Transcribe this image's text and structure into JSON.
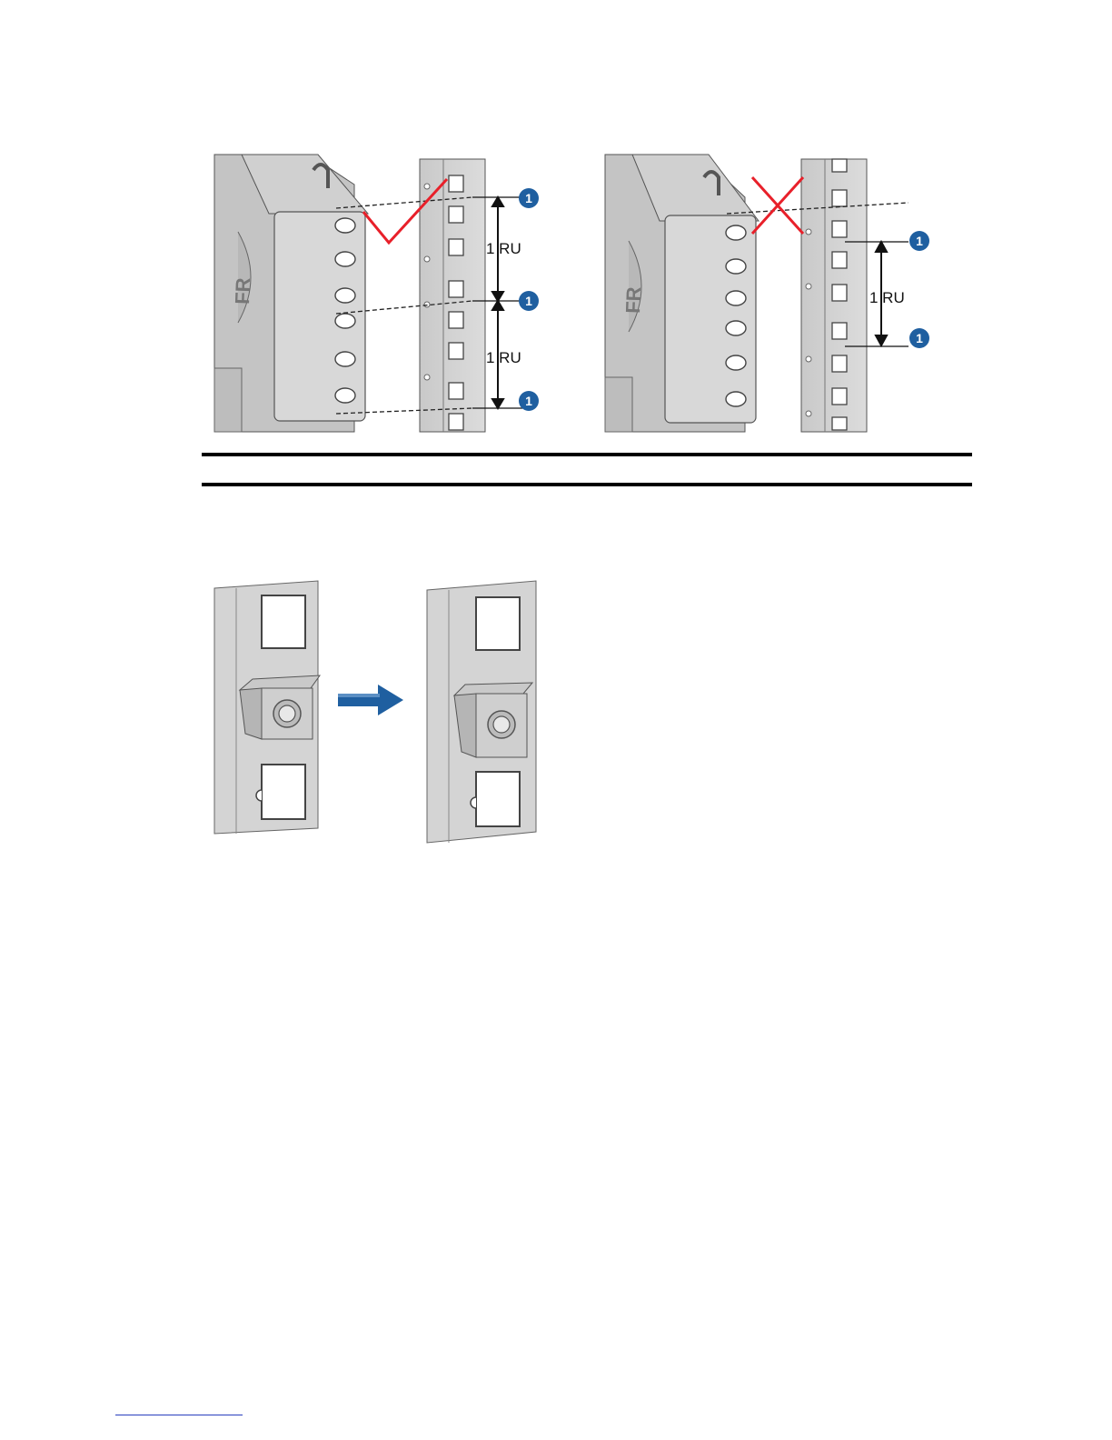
{
  "figure1": {
    "left_panel": {
      "ru_labels": [
        "1 RU",
        "1 RU"
      ],
      "callouts": [
        "1",
        "1",
        "1"
      ],
      "mark": "check-mark-icon",
      "bracket_logo": "FR"
    },
    "right_panel": {
      "ru_labels": [
        "1 RU"
      ],
      "callouts": [
        "1",
        "1"
      ],
      "mark": "cross-mark-icon",
      "bracket_logo": "FR"
    }
  },
  "figure2": {
    "arrow": "right-arrow-icon",
    "arrow_color": "#1f5fa0"
  },
  "colors": {
    "callout": "#1f5fa0",
    "mark": "#e8202a",
    "metal": "#d4d4d4",
    "metal_dark": "#a8a8a8"
  }
}
